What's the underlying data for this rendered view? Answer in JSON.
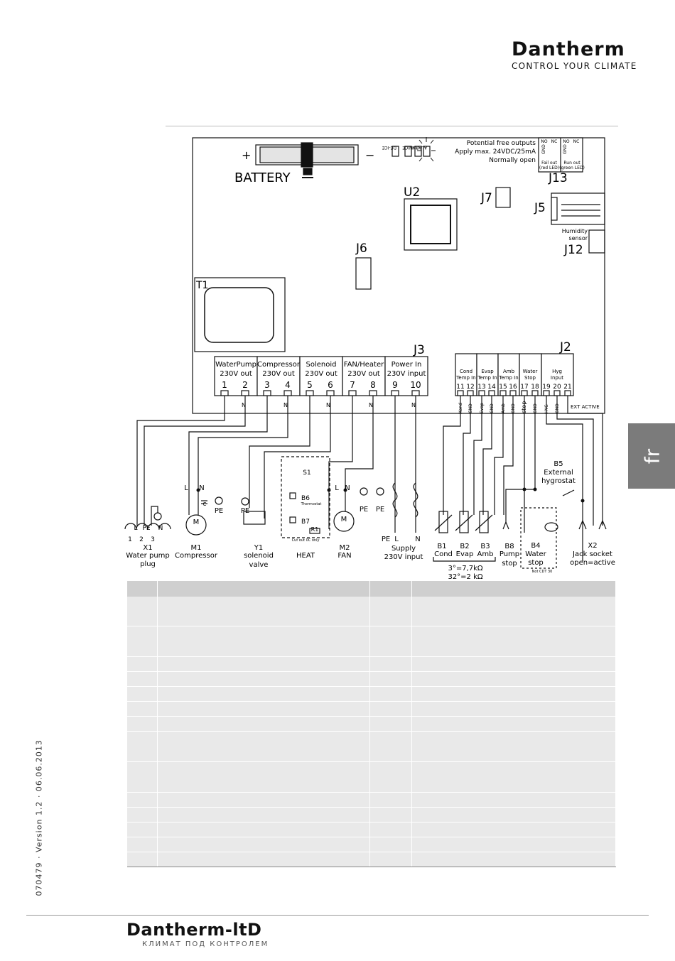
{
  "header": {
    "brand": "Dantherm",
    "slogan": "CONTROL YOUR CLIMATE"
  },
  "language_tab": "fr",
  "sidebar_text": "070479 · Version 1.2 · 06.06.2013",
  "footer": {
    "brand": "Dantherm-ltD",
    "slogan": "КЛИМАТ ПОД КОНТРОЛЕМ"
  },
  "board": {
    "battery_label": "BATTERY",
    "plus": "+",
    "minus": "−",
    "leds": [
      "DE-ICE",
      "ICE",
      "RUN",
      "ALARM"
    ],
    "potential_free": [
      "Potential free outputs",
      "Apply max. 24VDC/25mA",
      "Normally open"
    ],
    "fail_out": [
      "Fail out",
      "(red LED)"
    ],
    "run_out": [
      "Run out",
      "(green LED)"
    ],
    "pins_j13": [
      "NO",
      "NC",
      "NO",
      "NC"
    ],
    "j13_gnd": [
      "GND",
      "GND"
    ],
    "j13": "J13",
    "j7": "J7",
    "j5": "J5",
    "j12": "J12",
    "j6": "J6",
    "u2": "U2",
    "t1": "T1",
    "j3": "J3",
    "j2": "J2",
    "humidity_sensor": [
      "Humidity",
      "sensor"
    ],
    "j3_groups": [
      {
        "name": "WaterPump",
        "sub": "230V out",
        "pins": [
          "1",
          "2"
        ]
      },
      {
        "name": "Compressor",
        "sub": "230V out",
        "pins": [
          "3",
          "4"
        ]
      },
      {
        "name": "Solenoid",
        "sub": "230V out",
        "pins": [
          "5",
          "6"
        ]
      },
      {
        "name": "FAN/Heater",
        "sub": "230V out",
        "pins": [
          "7",
          "8"
        ]
      },
      {
        "name": "Power In",
        "sub": "230V input",
        "pins": [
          "9",
          "10"
        ]
      }
    ],
    "j3_n": "N",
    "j2_groups": [
      {
        "name": "Cond",
        "sub": "Temp In",
        "pins": [
          "11",
          "12"
        ],
        "wires": [
          "Kond",
          "GND"
        ]
      },
      {
        "name": "Evap",
        "sub": "Temp In",
        "pins": [
          "13",
          "14"
        ],
        "wires": [
          "Evap",
          "GND"
        ]
      },
      {
        "name": "Amb",
        "sub": "Temp In",
        "pins": [
          "15",
          "16"
        ],
        "wires": [
          "Amb",
          "GND"
        ]
      },
      {
        "name": "Water",
        "sub": "Stop",
        "pins": [
          "17",
          "18"
        ],
        "wires": [
          "stop",
          "GND"
        ]
      },
      {
        "name": "Hyg",
        "sub": "Input",
        "pins": [
          "19",
          "20",
          "21"
        ],
        "wires": [
          "HYG",
          "GND",
          ""
        ]
      }
    ],
    "ext_active": "EXT ACTIVE"
  },
  "components": {
    "x1": [
      "L",
      "PE",
      "N",
      "1",
      "2",
      "3",
      "X1",
      "Water pump",
      "plug"
    ],
    "m1": [
      "L",
      "N",
      "C",
      "PE",
      "M",
      "M1",
      "Compressor"
    ],
    "y1": [
      "PE",
      "Y1",
      "solenoid",
      "valve"
    ],
    "heat": [
      "S1",
      "B6",
      "Thermostat",
      "B7",
      "R1",
      "Cut out 0C only",
      "HEAT"
    ],
    "m2": [
      "L",
      "N",
      "PE",
      "M",
      "M2",
      "FAN"
    ],
    "supply": [
      "PE",
      "PE",
      "L",
      "N",
      "Supply",
      "230V input"
    ],
    "sensors": [
      "B1",
      "B2",
      "B3",
      "Cond",
      "Evap",
      "Amb",
      "3°=7,7kΩ",
      "32°=2 kΩ"
    ],
    "b8": [
      "B8",
      "Pump",
      "stop"
    ],
    "b4": [
      "B4",
      "Water",
      "stop",
      "Not CDT 30"
    ],
    "b5": [
      "B5",
      "External",
      "hygrostat"
    ],
    "x2": [
      "X2",
      "Jack socket",
      "open=active"
    ]
  },
  "legend_table": {
    "rows": [
      {
        "h": 42
      },
      {
        "h": 44
      },
      {
        "h": 22
      },
      {
        "h": 22
      },
      {
        "h": 22
      },
      {
        "h": 22
      },
      {
        "h": 22
      },
      {
        "h": 44
      },
      {
        "h": 44
      },
      {
        "h": 22
      },
      {
        "h": 22
      },
      {
        "h": 22
      },
      {
        "h": 22
      },
      {
        "h": 22
      }
    ]
  }
}
